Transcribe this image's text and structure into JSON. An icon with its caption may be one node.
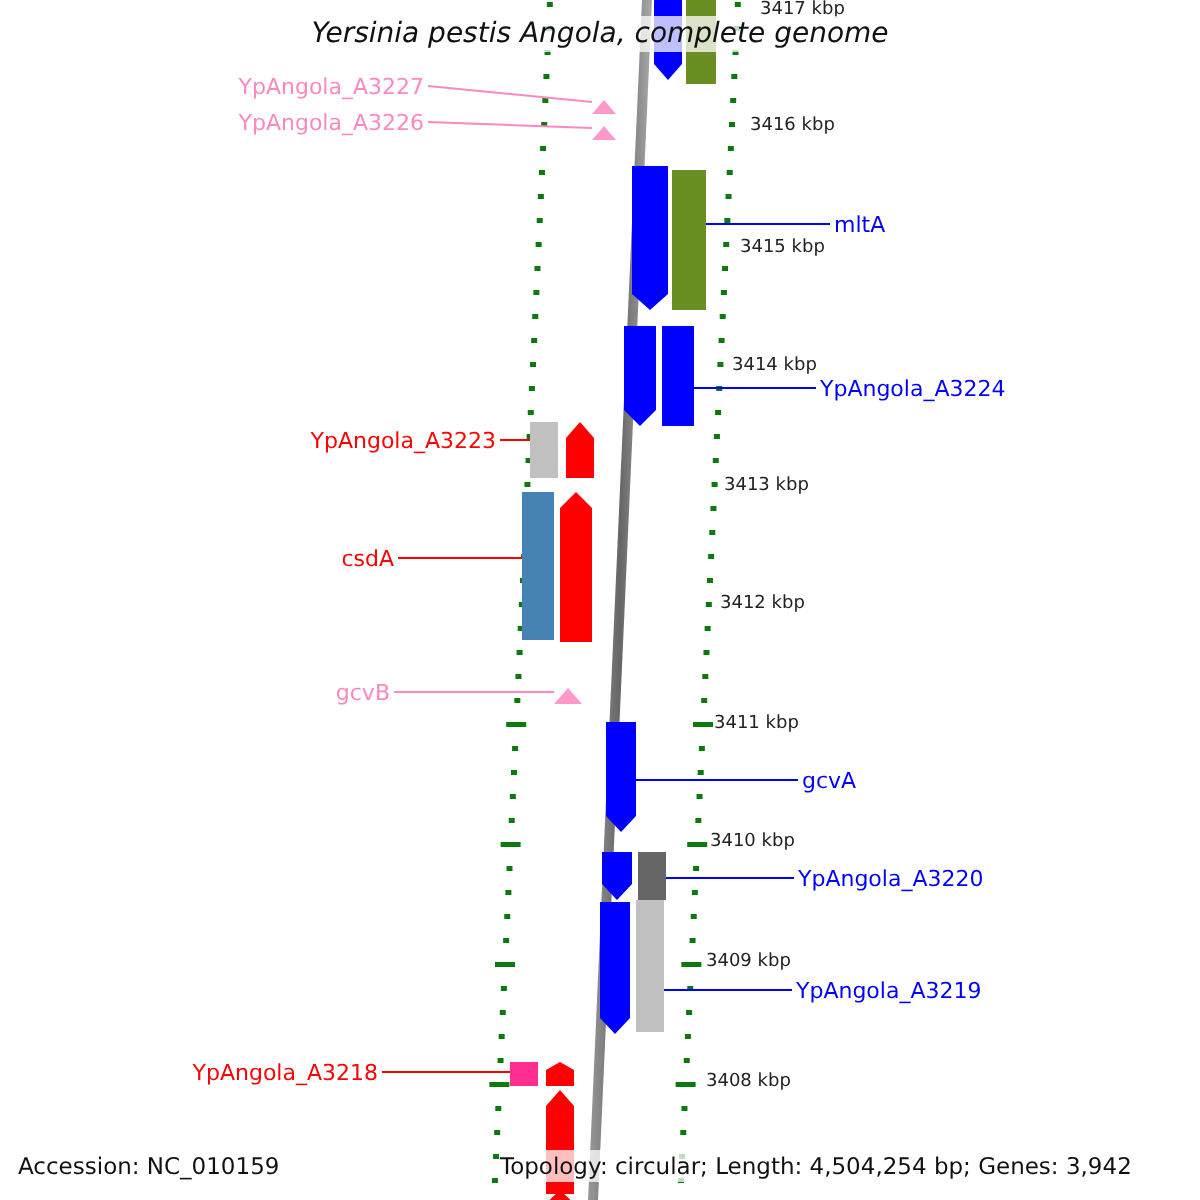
{
  "diagram": {
    "title": "Yersinia pestis Angola, complete genome",
    "nodes": [
      {
        "text": [],
        "shape": "arrow"
      },
      {
        "text": [],
        "shape": "box"
      },
      {
        "text": [
          "YpAngola_A3227"
        ]
      },
      {
        "text": [],
        "shape": "triangle"
      },
      {
        "text": [
          "YpAngola_A3226"
        ]
      },
      {
        "text": [],
        "shape": "triangle"
      },
      {
        "text": [],
        "shape": "arrow"
      },
      {
        "text": [],
        "shape": "box"
      },
      {
        "text": [
          "mltA"
        ]
      },
      {
        "text": [],
        "shape": "arrow"
      },
      {
        "text": [],
        "shape": "box"
      },
      {
        "text": [
          "YpAngola_A3224"
        ]
      },
      {
        "text": [
          "YpAngola_A3223"
        ]
      },
      {
        "text": [],
        "shape": "box"
      },
      {
        "text": [],
        "shape": "arrow"
      },
      {
        "text": [
          "csdA"
        ]
      },
      {
        "text": [],
        "shape": "box"
      },
      {
        "text": [],
        "shape": "arrow"
      },
      {
        "text": [
          "gcvB"
        ]
      },
      {
        "text": [],
        "shape": "triangle"
      },
      {
        "text": [],
        "shape": "arrow"
      },
      {
        "text": [
          "gcvA"
        ]
      },
      {
        "text": [],
        "shape": "arrow"
      },
      {
        "text": [],
        "shape": "box"
      },
      {
        "text": [
          "YpAngola_A3220"
        ]
      },
      {
        "text": [],
        "shape": "arrow"
      },
      {
        "text": [],
        "shape": "box"
      },
      {
        "text": [
          "YpAngola_A3219"
        ]
      },
      {
        "text": [
          "YpAngola_A3218"
        ]
      },
      {
        "text": [],
        "shape": "box"
      },
      {
        "text": [],
        "shape": "arrow"
      },
      {
        "text": [],
        "shape": "arrow"
      },
      {
        "text": [],
        "shape": "arrow"
      }
    ],
    "edges": [
      {
        "from": 2,
        "to": 3,
        "arrow": "none",
        "color": "#ff88c0"
      },
      {
        "from": 4,
        "to": 5,
        "arrow": "none",
        "color": "#ff88c0"
      },
      {
        "from": 8,
        "to": 7,
        "arrow": "none",
        "color": "#0000ff"
      },
      {
        "from": 11,
        "to": 10,
        "arrow": "none",
        "color": "#0000ff"
      },
      {
        "from": 12,
        "to": 13,
        "arrow": "none",
        "color": "#ff0000"
      },
      {
        "from": 15,
        "to": 16,
        "arrow": "none",
        "color": "#ff0000"
      },
      {
        "from": 18,
        "to": 19,
        "arrow": "none",
        "color": "#ff88c0"
      },
      {
        "from": 21,
        "to": 20,
        "arrow": "none",
        "color": "#0000ff"
      },
      {
        "from": 24,
        "to": 23,
        "arrow": "none",
        "color": "#0000ff"
      },
      {
        "from": 27,
        "to": 26,
        "arrow": "none",
        "color": "#0000ff"
      },
      {
        "from": 28,
        "to": 29,
        "arrow": "none",
        "color": "#ff0000"
      }
    ],
    "labels": [
      "3417 kbp",
      "3416 kbp",
      "3415 kbp",
      "3414 kbp",
      "3413 kbp",
      "3412 kbp",
      "3411 kbp",
      "3410 kbp",
      "3409 kbp",
      "3408 kbp",
      "Accession: NC_010159",
      "Topology: circular; Length: 4,504,254 bp; Genes: 3,942"
    ]
  }
}
